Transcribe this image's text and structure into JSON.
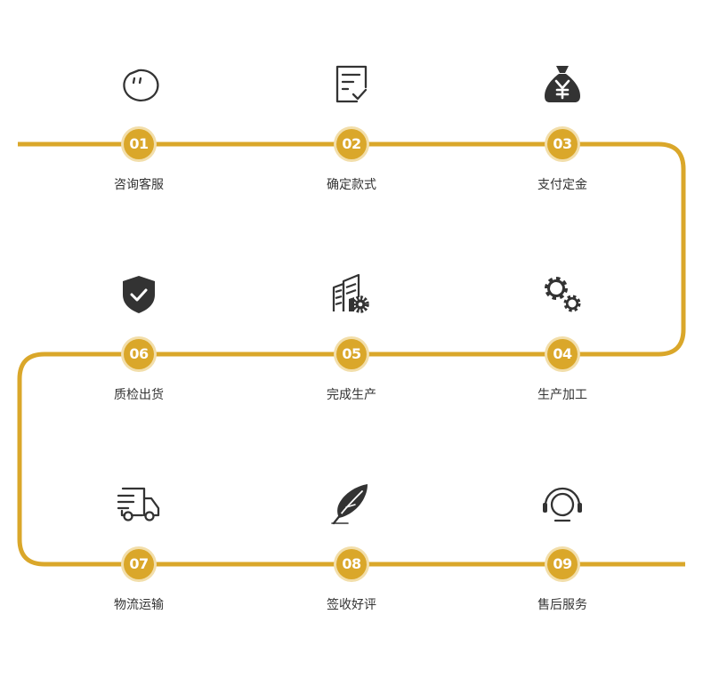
{
  "colors": {
    "track": "#daa72a",
    "badge": "#daa72a",
    "badge_ring": "#f2deaa",
    "icon": "#333333",
    "text": "#333333"
  },
  "steps": [
    {
      "number": "01",
      "label": "咨询客服",
      "icon": "chat-bubble-icon"
    },
    {
      "number": "02",
      "label": "确定款式",
      "icon": "checklist-icon"
    },
    {
      "number": "03",
      "label": "支付定金",
      "icon": "money-bag-icon"
    },
    {
      "number": "04",
      "label": "生产加工",
      "icon": "gears-icon"
    },
    {
      "number": "05",
      "label": "完成生产",
      "icon": "factory-icon"
    },
    {
      "number": "06",
      "label": "质检出货",
      "icon": "shield-check-icon"
    },
    {
      "number": "07",
      "label": "物流运输",
      "icon": "truck-icon"
    },
    {
      "number": "08",
      "label": "签收好评",
      "icon": "feather-icon"
    },
    {
      "number": "09",
      "label": "售后服务",
      "icon": "headset-icon"
    }
  ]
}
